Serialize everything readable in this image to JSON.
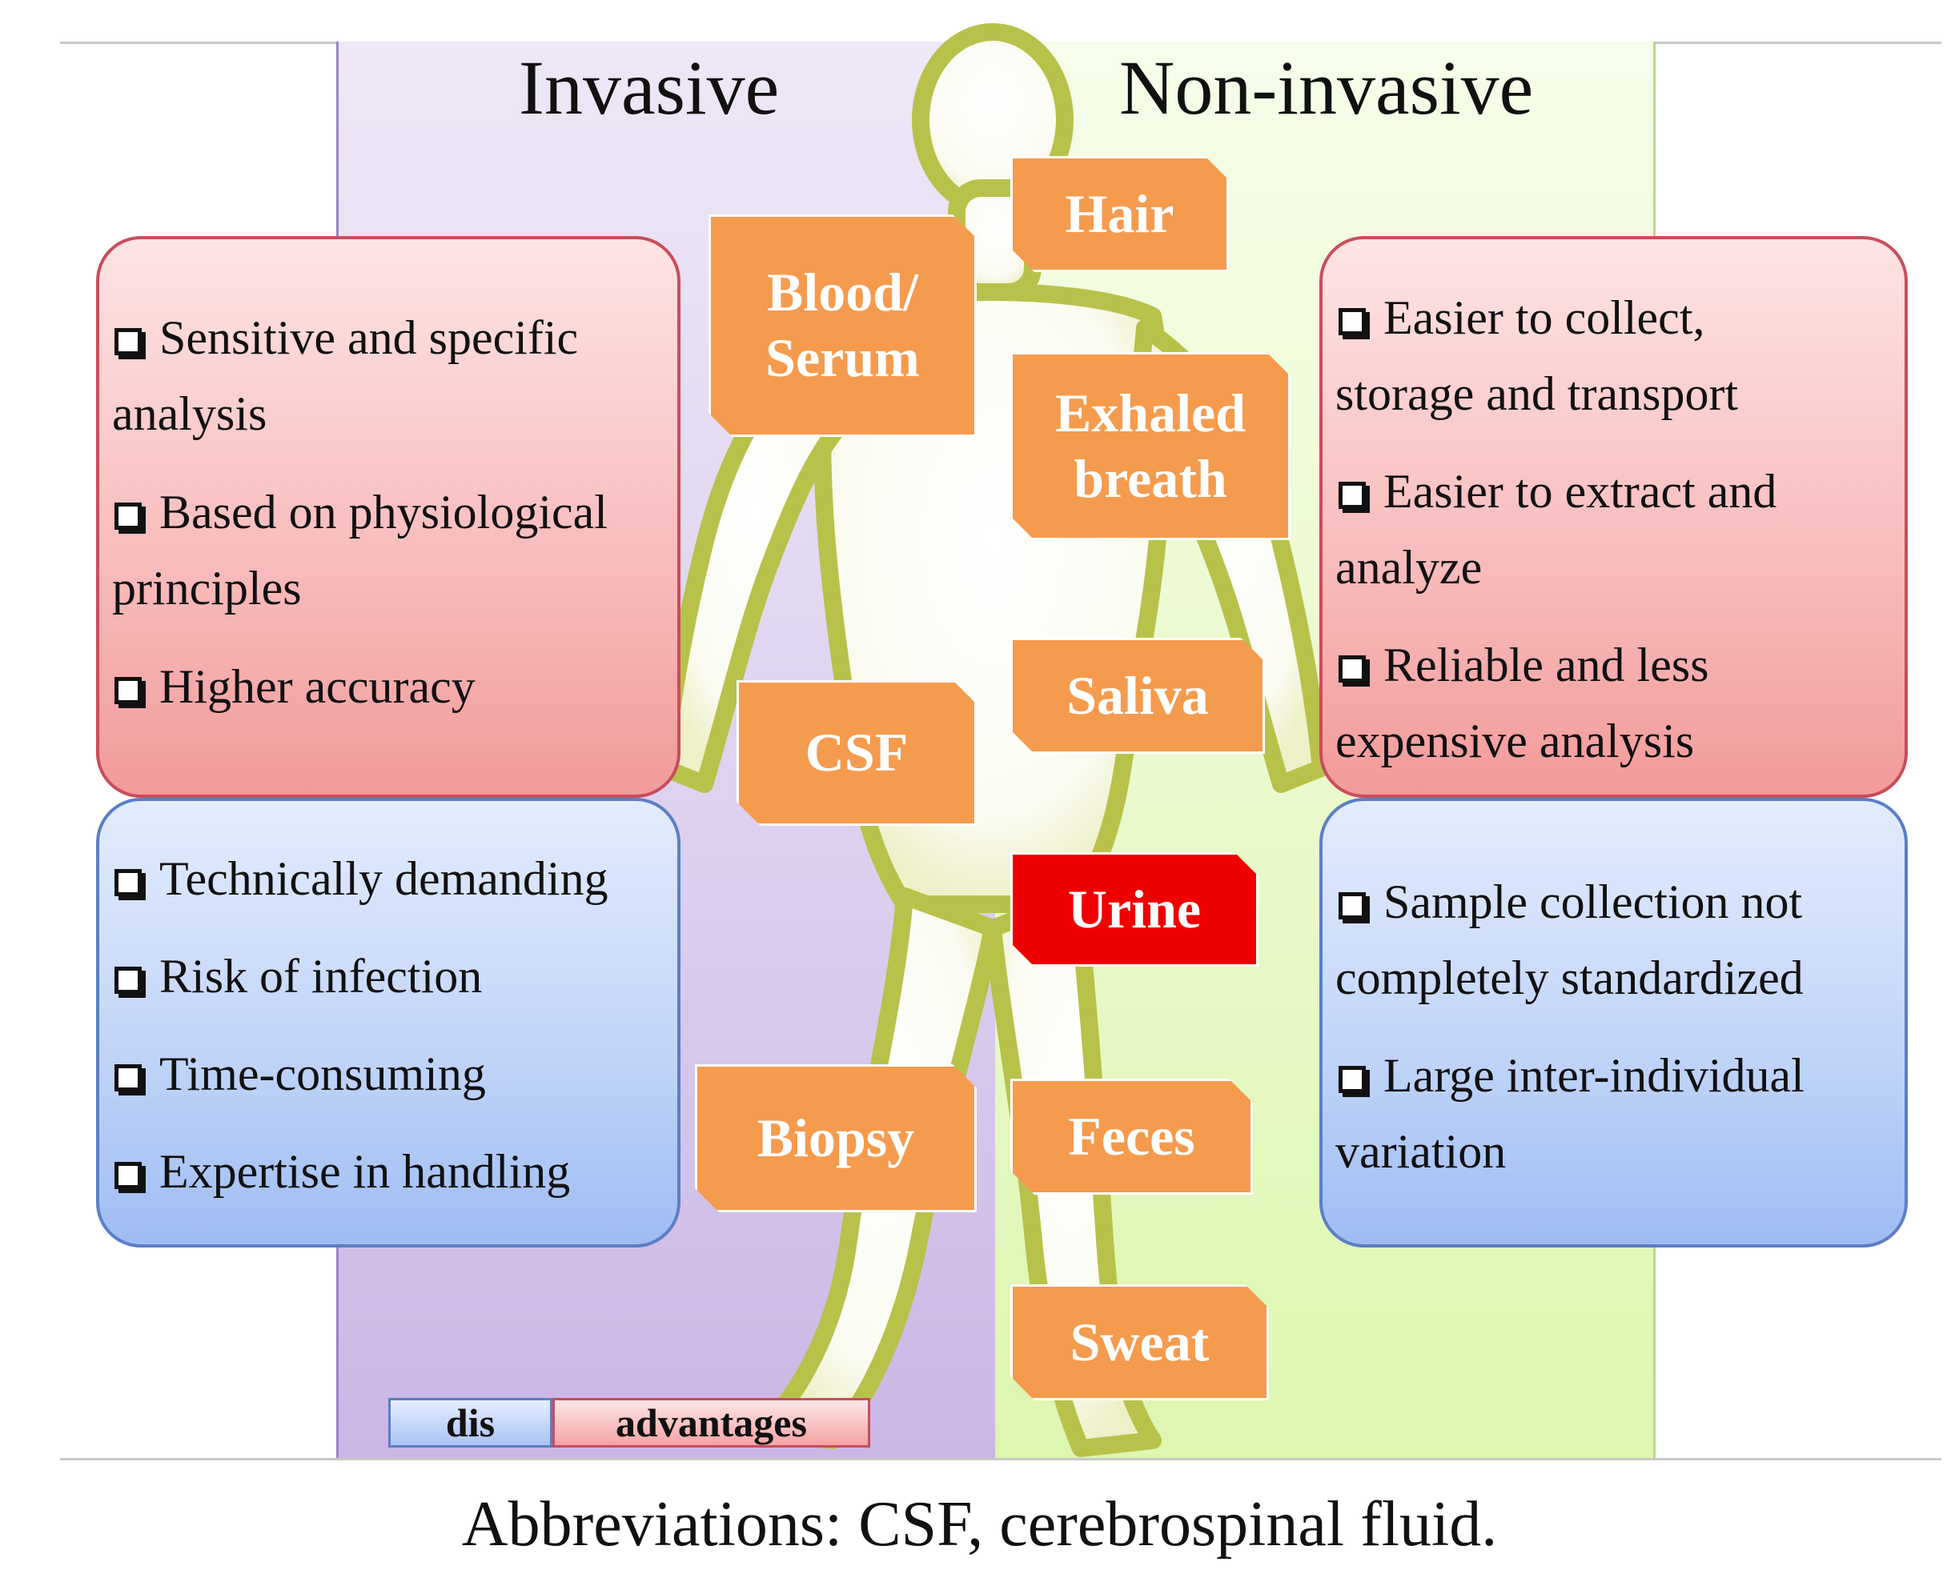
{
  "headings": {
    "invasive": "Invasive",
    "non_invasive": "Non-invasive"
  },
  "invasive": {
    "advantages": [
      {
        "line1": "Sensitive and specific",
        "line2": "analysis"
      },
      {
        "line1": "Based on physiological",
        "line2": "principles"
      },
      {
        "line1": "Higher accuracy"
      }
    ],
    "disadvantages": [
      {
        "line1": "Technically demanding"
      },
      {
        "line1": "Risk of infection"
      },
      {
        "line1": "Time-consuming"
      },
      {
        "line1": "Expertise in handling"
      }
    ]
  },
  "non_invasive": {
    "advantages": [
      {
        "line1": "Easier to collect,",
        "line2": "storage and transport"
      },
      {
        "line1": "Easier to extract and",
        "line2": "analyze"
      },
      {
        "line1": "Reliable and less",
        "line2": "expensive analysis"
      }
    ],
    "disadvantages": [
      {
        "line1": "Sample collection not",
        "line2": "completely standardized"
      },
      {
        "line1": "Large inter-individual",
        "line2": "variation"
      }
    ]
  },
  "samples": {
    "blood": {
      "line1": "Blood/",
      "line2": "Serum"
    },
    "csf": "CSF",
    "biopsy": "Biopsy",
    "hair": "Hair",
    "exhaled": {
      "line1": "Exhaled",
      "line2": "breath"
    },
    "saliva": "Saliva",
    "urine": "Urine",
    "feces": "Feces",
    "sweat": "Sweat"
  },
  "legend": {
    "dis": "dis",
    "advantages": "advantages"
  },
  "caption": "Abbreviations: CSF, cerebrospinal fluid.",
  "colors": {
    "invasive_panel": "#ddd1ef",
    "non_invasive_panel": "#e8f9c8",
    "advantage_box": "#f7b3b3",
    "disadvantage_box": "#bfd3f8",
    "sample_tag": "#f59b4e",
    "urine_tag": "#ee0000",
    "body_outline": "#b8c24a"
  }
}
